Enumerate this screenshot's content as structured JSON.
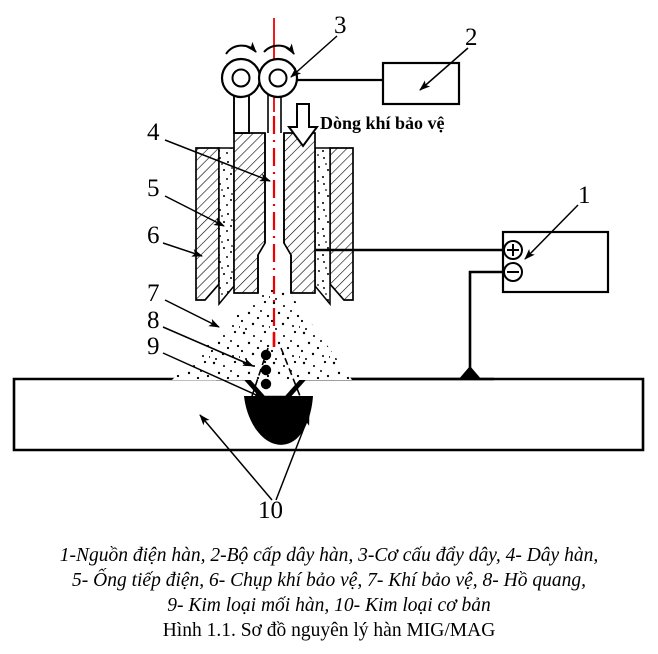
{
  "figure": {
    "title_line": "Hình 1.1. Sơ đồ nguyên lý hàn MIG/MAG",
    "gas_flow_label": "Dòng khí bảo vệ",
    "callouts": [
      {
        "id": "1",
        "text": "1"
      },
      {
        "id": "2",
        "text": "2"
      },
      {
        "id": "3",
        "text": "3"
      },
      {
        "id": "4",
        "text": "4"
      },
      {
        "id": "5",
        "text": "5"
      },
      {
        "id": "6",
        "text": "6"
      },
      {
        "id": "7",
        "text": "7"
      },
      {
        "id": "8",
        "text": "8"
      },
      {
        "id": "9",
        "text": "9"
      },
      {
        "id": "10",
        "text": "10"
      }
    ],
    "terminals": {
      "positive": "+",
      "negative": "−"
    },
    "legend_lines": [
      "1-Nguồn điện hàn, 2-Bộ cấp dây hàn, 3-Cơ cấu đẩy dây, 4- Dây hàn,",
      "5- Ống tiếp điện, 6- Chụp khí bảo vệ, 7- Khí bảo vệ, 8- Hồ quang,",
      "9- Kim loại mối hàn, 10- Kim loại cơ bản"
    ],
    "colors": {
      "line": "#000000",
      "wire": "#ee0000",
      "fill": "#ffffff",
      "pool": "#000000"
    }
  }
}
